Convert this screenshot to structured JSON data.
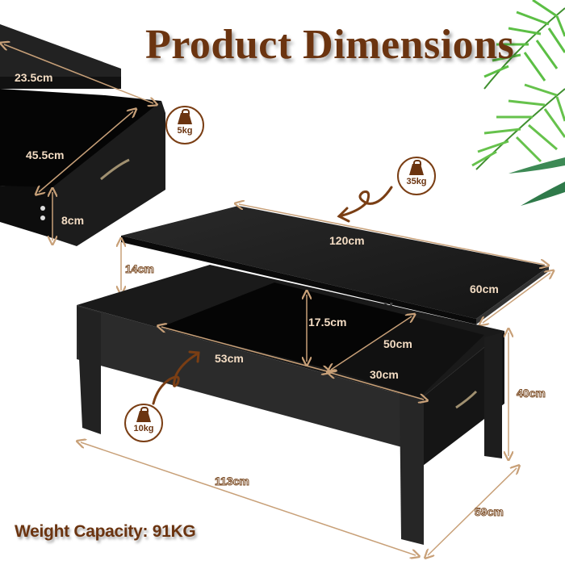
{
  "header": {
    "title": "Product Dimensions"
  },
  "drawer_inset": {
    "depth_label": "23.5cm",
    "length_label": "45.5cm",
    "height_label": "8cm",
    "weight_badge": "5kg"
  },
  "lift_top": {
    "width_label": "120cm",
    "depth_label": "60cm",
    "lift_height_label": "14cm",
    "weight_badge": "35kg"
  },
  "storage": {
    "depth_label": "17.5cm",
    "length_label": "53cm",
    "diag_label": "50cm",
    "side_label": "30cm",
    "weight_badge": "10kg"
  },
  "overall": {
    "length_label": "113cm",
    "width_label": "59cm",
    "height_label": "40cm"
  },
  "footer": {
    "capacity": "Weight Capacity: 91KG"
  },
  "colors": {
    "title_brown": "#6b3410",
    "dimension_line": "#c8a078",
    "table_black": "#1a1a1a",
    "leaf_green": "#4caf3a"
  }
}
